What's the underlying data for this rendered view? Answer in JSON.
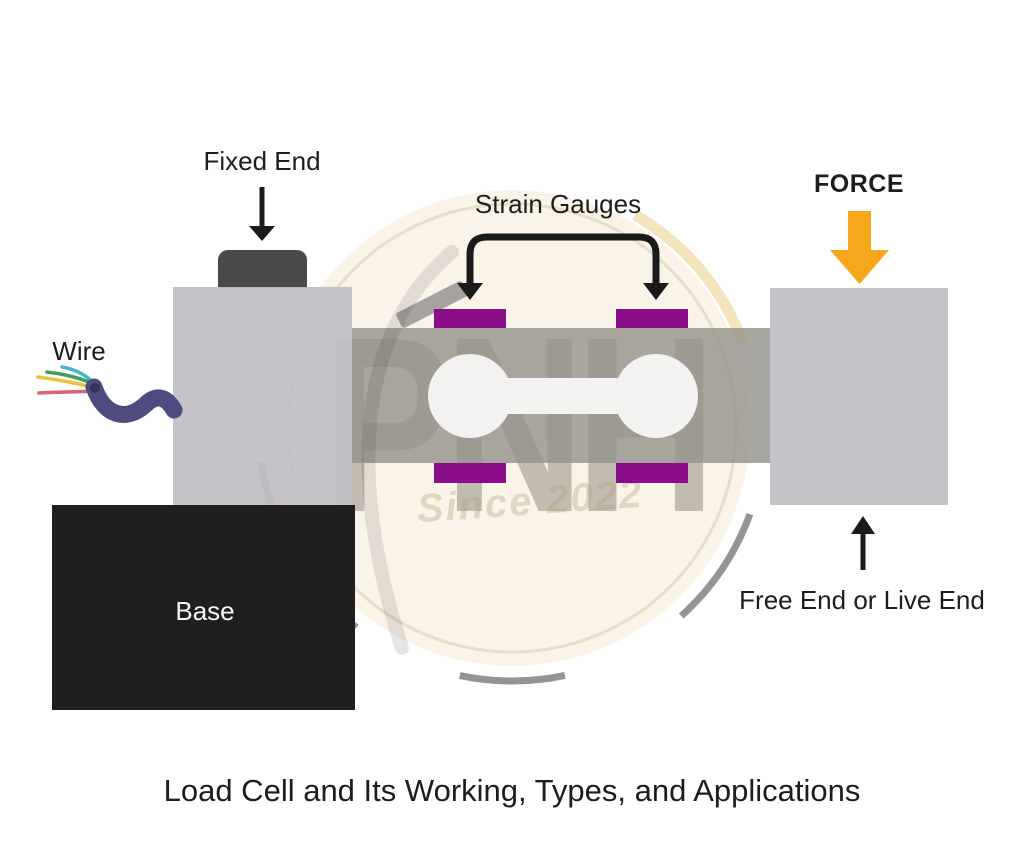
{
  "caption": "Load Cell and Its Working, Types, and Applications",
  "diagram": {
    "labels": {
      "fixed_end": "Fixed End",
      "strain_gauges": "Strain Gauges",
      "force": "FORCE",
      "wire": "Wire",
      "base": "Base",
      "free_end": "Free End or Live End"
    },
    "watermark": {
      "logo_text": "PNH",
      "tagline": "Since 2022"
    }
  },
  "colors": {
    "gauge-purple": "#8A0E8A",
    "force-orange": "#F6A71B",
    "block-gray": "#C2C0C5",
    "beam-gray": "#94918A",
    "cap-gray": "#4B494C",
    "base-black": "#201E1F",
    "wire-blue": "#4D4B80",
    "arrow-black": "#1A1A1A",
    "cream": "#FAF4E8",
    "text": "#1D1D1D"
  }
}
